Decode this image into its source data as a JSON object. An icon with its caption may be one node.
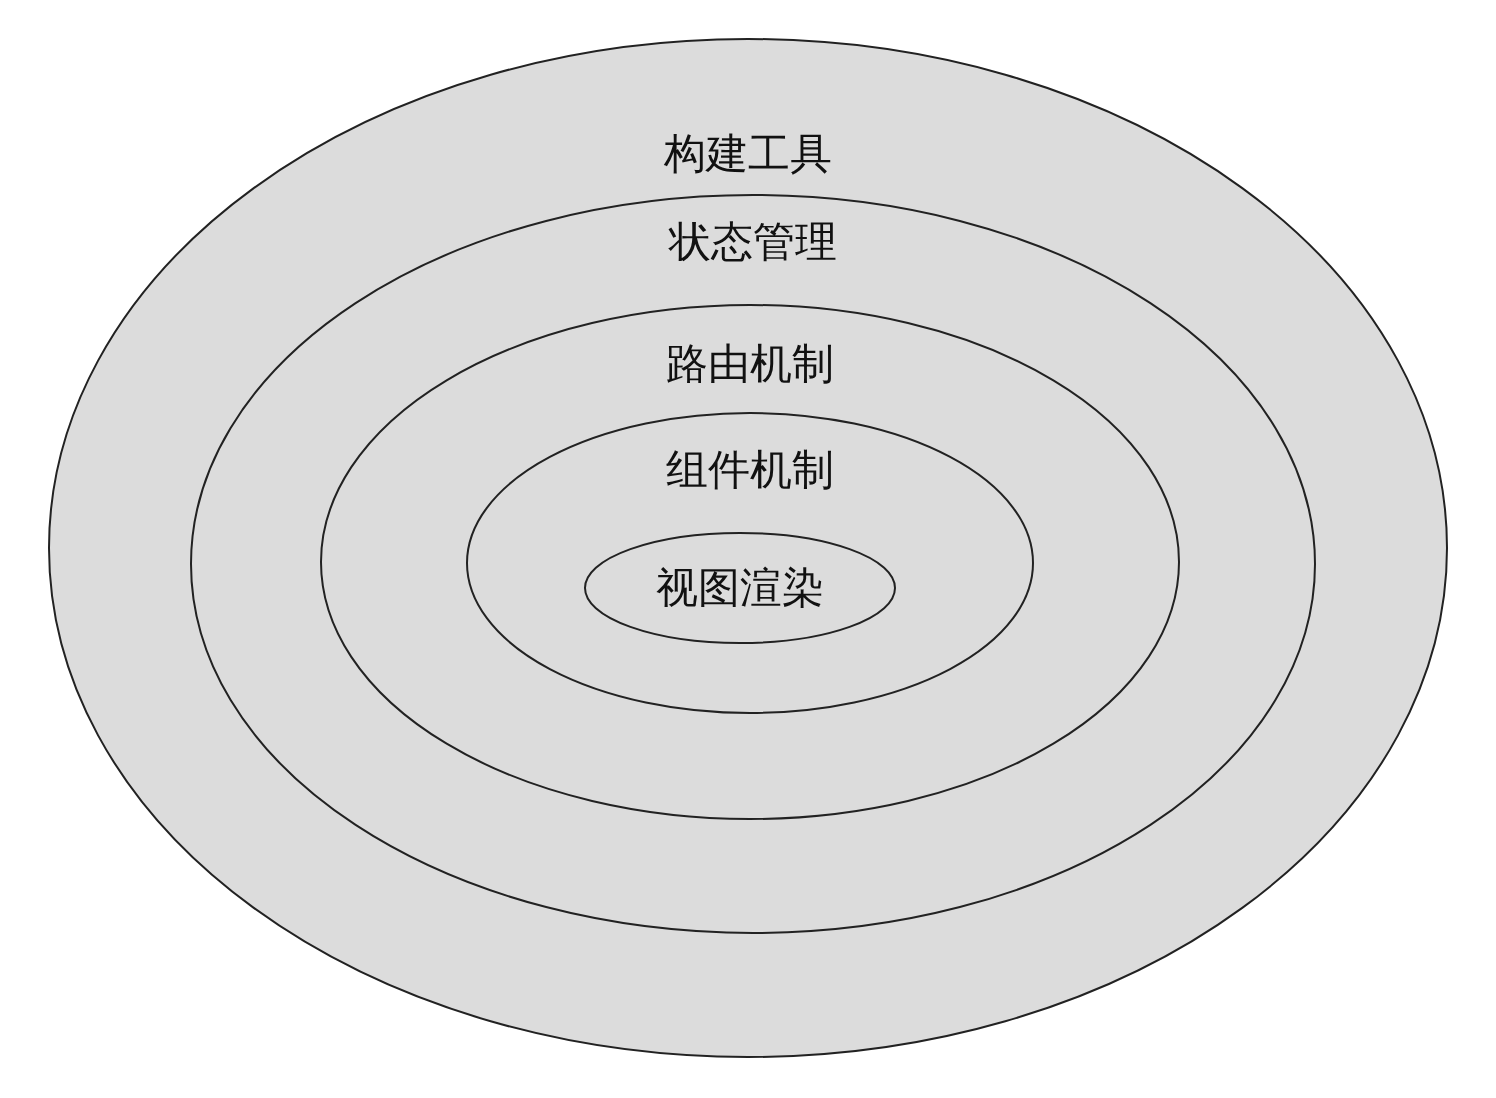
{
  "diagram": {
    "nodes": [
      {
        "text": [
          "构建工具"
        ]
      },
      {
        "text": [
          "状态管理"
        ],
        "in": 0
      },
      {
        "text": [
          "路由机制"
        ],
        "in": 1
      },
      {
        "text": [
          "组件机制"
        ],
        "in": 2
      },
      {
        "text": [
          "视图渲染"
        ],
        "in": 3
      }
    ]
  }
}
